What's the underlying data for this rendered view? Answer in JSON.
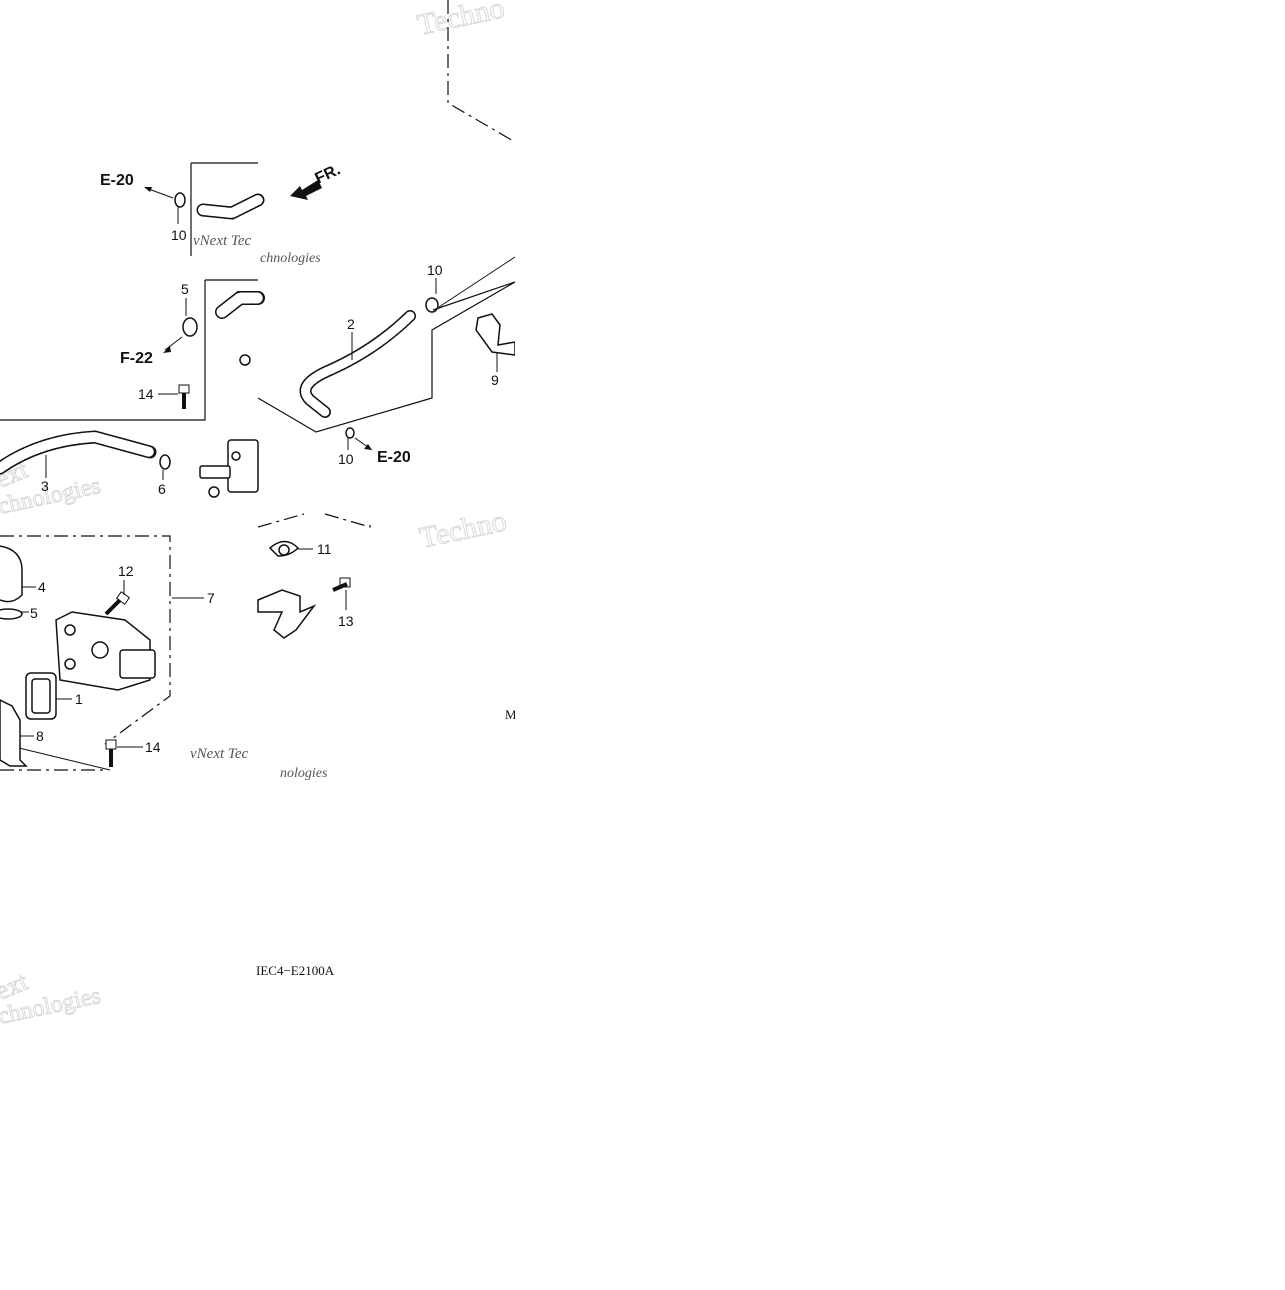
{
  "diagram": {
    "part_labels": {
      "p1": "1",
      "p2": "2",
      "p3": "3",
      "p4": "4",
      "p5a": "5",
      "p5b": "5",
      "p6": "6",
      "p7": "7",
      "p8": "8",
      "p9": "9",
      "p10a": "10",
      "p10b": "10",
      "p10c": "10",
      "p11": "11",
      "p12": "12",
      "p13": "13",
      "p14a": "14",
      "p14b": "14"
    },
    "ref_labels": {
      "e20_top": "E-20",
      "e20_right": "E-20",
      "f22": "F-22"
    },
    "front_arrow_label": "FR.",
    "diagram_code": "IEC4−E2100A",
    "corner_mark": "M"
  },
  "watermarks": {
    "w1": "Techno",
    "w2": "vNext Tec",
    "w3": "chnologies",
    "w4": "ext",
    "w5": "chnologies",
    "w6": "Techno",
    "w7": "vNext Tec",
    "w8": "nologies",
    "w9": "ext",
    "w10": "chnologies"
  }
}
